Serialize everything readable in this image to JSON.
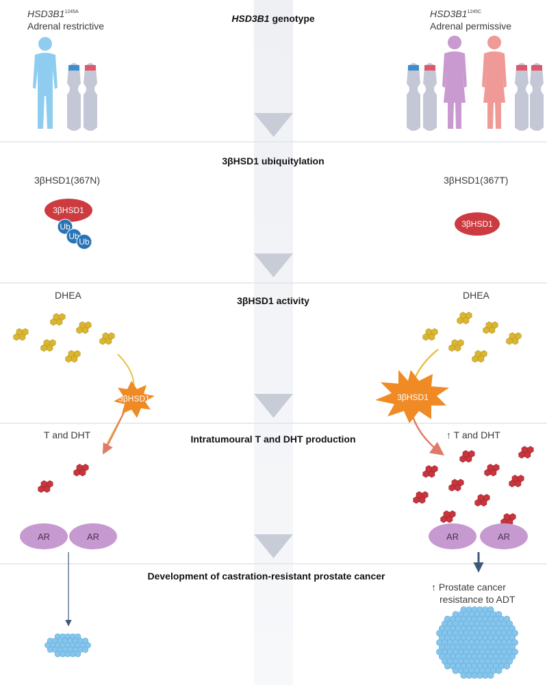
{
  "colors": {
    "restrictive_person": "#8fcdf0",
    "permissive_person_1": "#c99ad0",
    "permissive_person_2": "#ef9a96",
    "chromosome": "#c4c8d6",
    "band_blue": "#3c8ed0",
    "band_red": "#e0566a",
    "enzyme_red": "#cc3b40",
    "ubiquitin": "#2a74b6",
    "dhea_yellow": "#d9b531",
    "t_dht_red": "#c7353d",
    "activity_star": "#f08a24",
    "ar_receptor": "#c69ad0",
    "tumour_cells": "#86c5ec",
    "arrow_yellow": "#e8c14a",
    "arrow_red": "#e07a66",
    "arrow_blue": "#3e5878",
    "center_arrow": "#c7ccd6",
    "divider": "#dfe3ea"
  },
  "genotype": {
    "title_gene": "HSD3B1",
    "title_rest": " genotype",
    "left_gene": "HSD3B1",
    "left_sup": "1245A",
    "left_label": "Adrenal restrictive",
    "right_gene": "HSD3B1",
    "right_sup": "1245C",
    "right_label": "Adrenal permissive"
  },
  "ubiquitylation": {
    "title": "3βHSD1 ubiquitylation",
    "left_label": "3βHSD1(367N)",
    "right_label": "3βHSD1(367T)",
    "enzyme": "3βHSD1",
    "ub": "Ub"
  },
  "activity": {
    "title": "3βHSD1 activity",
    "left_label": "DHEA",
    "right_label": "DHEA",
    "enzyme": "3βHSD1"
  },
  "production": {
    "title": "Intratumoural T and DHT production",
    "left_label": "T and DHT",
    "right_label": "↑ T and DHT",
    "receptor": "AR"
  },
  "crpc": {
    "title": "Development of castration-resistant prostate cancer",
    "right_line1": "↑ Prostate cancer",
    "right_line2": "resistance to ADT"
  }
}
